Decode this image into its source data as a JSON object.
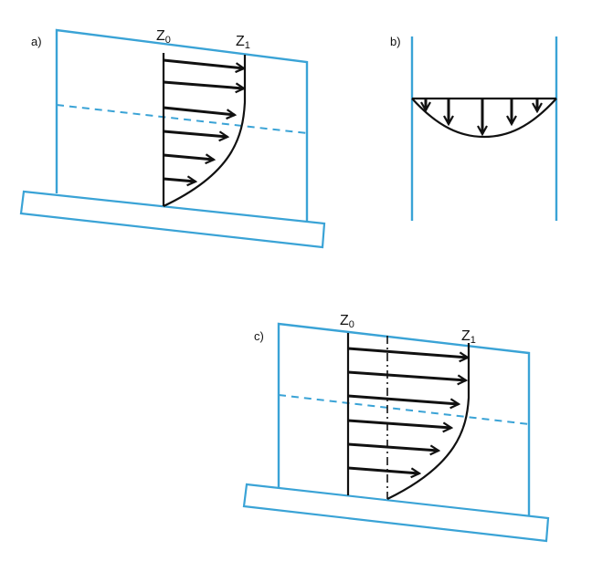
{
  "panels": {
    "a": {
      "label": "a)",
      "z0_main": "Z",
      "z0_sub": "0",
      "z1_main": "Z",
      "z1_sub": "1"
    },
    "b": {
      "label": "b)"
    },
    "c": {
      "label": "c)",
      "z0_main": "Z",
      "z0_sub": "0",
      "z1_main": "Z",
      "z1_sub": "1"
    }
  },
  "colors": {
    "outline": "#3aa3d6",
    "ink": "#111111"
  }
}
